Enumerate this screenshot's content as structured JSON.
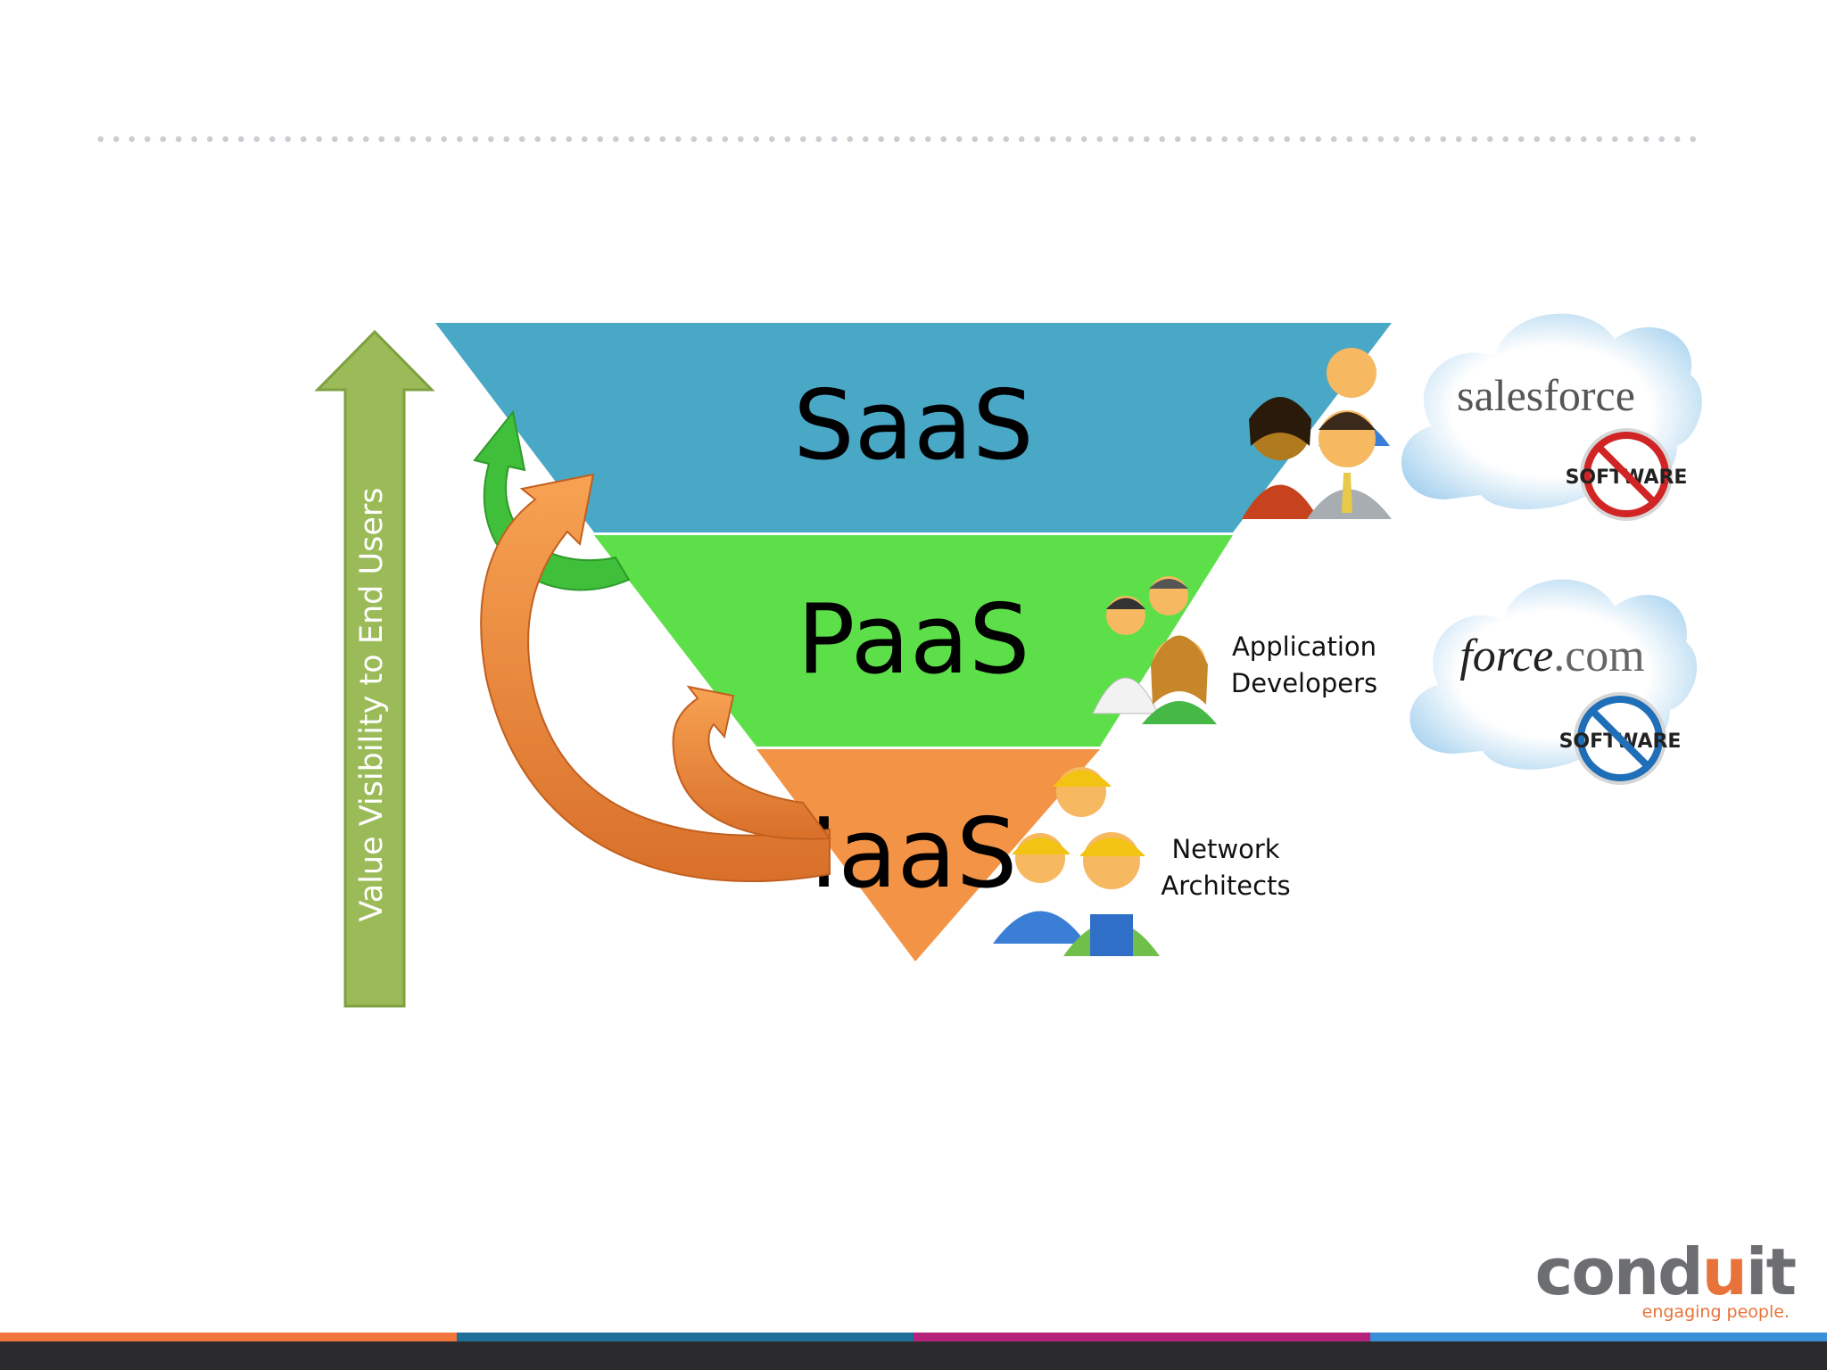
{
  "diagram": {
    "layers": [
      {
        "name": "SaaS",
        "color": "#4aa8c7"
      },
      {
        "name": "PaaS",
        "color": "#5ddf4a"
      },
      {
        "name": "IaaS",
        "color": "#f39345"
      }
    ],
    "axis_label": "Value Visibility to End Users",
    "axis_color": "#9bbb59",
    "roles": {
      "paas_line1": "Application",
      "paas_line2": "Developers",
      "iaas_line1": "Network",
      "iaas_line2": "Architects"
    },
    "clouds": {
      "saas_logo": "salesforce",
      "paas_logo_italic": "force",
      "paas_logo_rest": ".com",
      "badge_text": "SOFTWARE"
    },
    "icons": [
      "user-group-icon",
      "developer-group-icon",
      "worker-group-icon",
      "cloud-icon",
      "no-software-icon"
    ]
  },
  "brand": {
    "name_prefix": "cond",
    "name_u": "u",
    "name_suffix": "it",
    "tagline": "engaging people.",
    "stripe_colors": [
      "#f0763b",
      "#1f6f9a",
      "#b5237a",
      "#3a8fd8"
    ]
  }
}
